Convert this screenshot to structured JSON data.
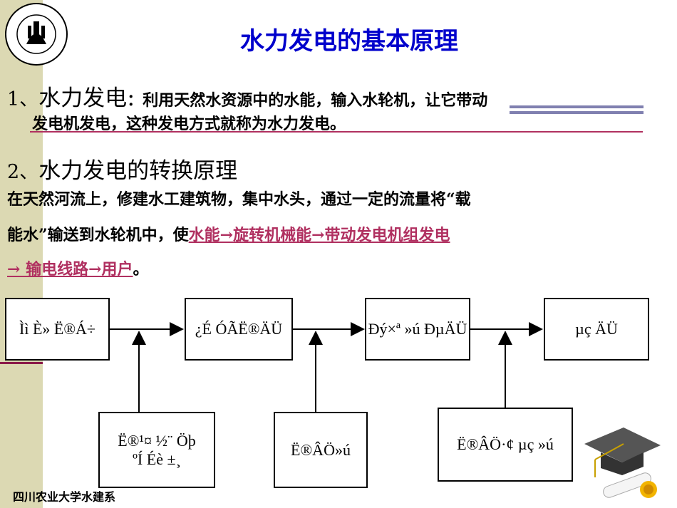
{
  "title": "水力发电的基本原理",
  "point1": {
    "number": "1、",
    "heading": "水力发电",
    "colon": "：",
    "text_line1": "利用天然水资源中的水能，输入水轮机，让它带动",
    "text_line2": "发电机发电，这种发电方式就称为水力发电。"
  },
  "point2": {
    "number": "2、",
    "heading": "水力发电的转换原理",
    "line1": "在天然河流上，修建水工建筑物，集中水头，通过一定的流量将“载",
    "line2_plain": "能水”输送到水轮机中，使",
    "line2_red": "水能→旋转机械能→带动发电机组发电",
    "line3_red": "→ 输电线路→用户",
    "line3_end": "。"
  },
  "diagram": {
    "box1": "Ìì  È» Ë®Á÷",
    "box2": "¿É ÓÃË®ÄÜ",
    "box3": "Ðý×ª  »ú ÐµÄÜ",
    "box4": "µç ÄÜ",
    "box5_line1": "Ë®¹¤  ½¨  Öþ",
    "box5_line2": "ºÍ  Éè ±¸",
    "box6": "Ë®ÂÖ»ú",
    "box7": "Ë®ÂÖ·¢  µç »ú"
  },
  "footer": "四川农业大学水建系",
  "colors": {
    "title": "#0000cc",
    "accent_red": "#b03060",
    "sidebar": "#dcd9b3"
  }
}
